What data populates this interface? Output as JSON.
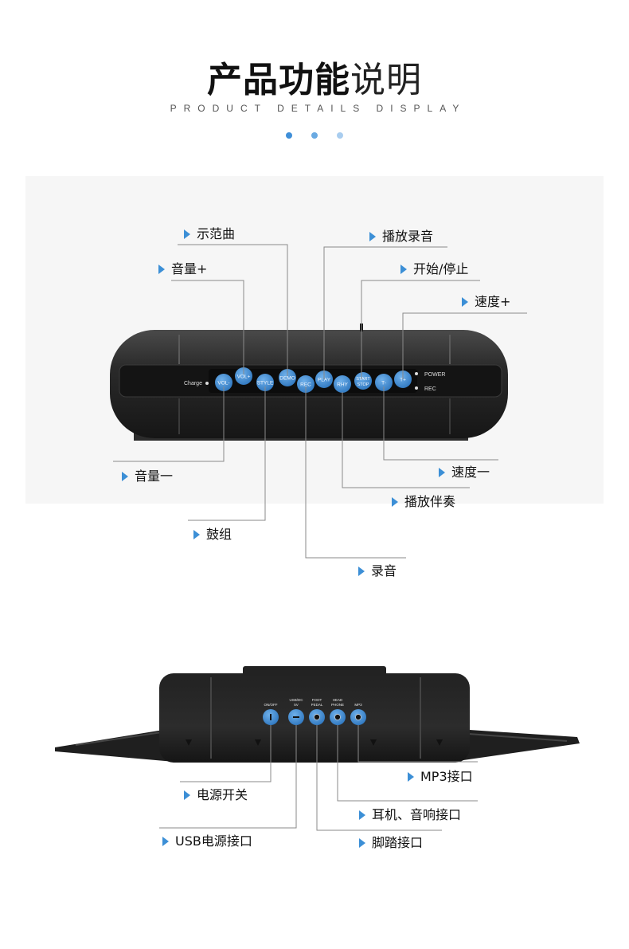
{
  "header": {
    "title_bold": "产品功能",
    "title_light": "说明",
    "subtitle": "PRODUCT DETAILS DISPLAY",
    "dot_colors": [
      "#3f8fd8",
      "#6aaae2",
      "#a9cdef"
    ]
  },
  "colors": {
    "accent": "#3c8fd6",
    "device": "#2a2a2a",
    "button": "#3b82c9"
  },
  "top_device": {
    "charge": "Charge",
    "power": "POWER",
    "rec_indicator": "REC",
    "buttons": [
      "VOL-",
      "VOL+",
      "STYLE",
      "DEMO",
      "REC",
      "PLAY",
      "RHY",
      "START STOP",
      "T-",
      "T+"
    ]
  },
  "top_labels": {
    "demo": "示范曲",
    "play_rec": "播放录音",
    "vol_up": "音量+",
    "start_stop": "开始/停止",
    "tempo_up": "速度+",
    "vol_down": "音量一",
    "tempo_down": "速度一",
    "play_acc": "播放伴奏",
    "drum": "鼓组",
    "record": "录音"
  },
  "bottom_device": {
    "ports": [
      "ON/OFF",
      "USB/DC 5V",
      "FOOT PEDAL",
      "HEAD PHONE",
      "MP3"
    ]
  },
  "bottom_labels": {
    "mp3": "MP3接口",
    "power_switch": "电源开关",
    "earphone": "耳机、音响接口",
    "usb_power": "USB电源接口",
    "pedal": "脚踏接口"
  }
}
